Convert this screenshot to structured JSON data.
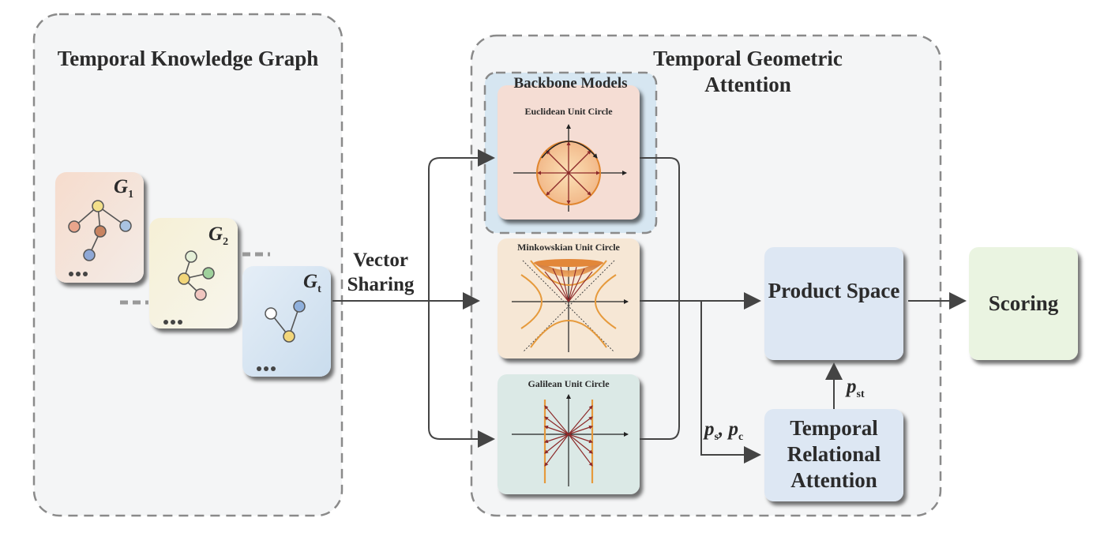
{
  "left_panel": {
    "title": "Temporal Knowledge Graph"
  },
  "right_panel": {
    "title": "Temporal Geometric Attention",
    "backbone_label": "Backbone Models"
  },
  "graphs": [
    {
      "base": "G",
      "sub": "1"
    },
    {
      "base": "G",
      "sub": "2"
    },
    {
      "base": "G",
      "sub": "t"
    }
  ],
  "vector_sharing": "Vector Sharing",
  "geometry_cards": {
    "euclidean": "Euclidean Unit Circle",
    "minkowskian": "Minkowskian Unit Circle",
    "galilean": "Galilean Unit Circle"
  },
  "product_space": "Product Space",
  "scoring": "Scoring",
  "temporal_relational_attention": "Temporal Relational Attention",
  "symbols": {
    "ps_base": "p",
    "ps_sub": "s",
    "pc_base": "p",
    "pc_sub": "c",
    "separator": ", ",
    "pst_base": "p",
    "pst_sub": "st"
  },
  "colors": {
    "euclid_bg": "#f5ddd4",
    "mink_bg": "#f6e7d5",
    "gali_bg": "#dbe9e6",
    "product_bg": "#dde7f3",
    "scoring_bg": "#eaf4e1",
    "backbone_bg": "#d6e6f1",
    "panel_bg": "#f4f5f6"
  }
}
